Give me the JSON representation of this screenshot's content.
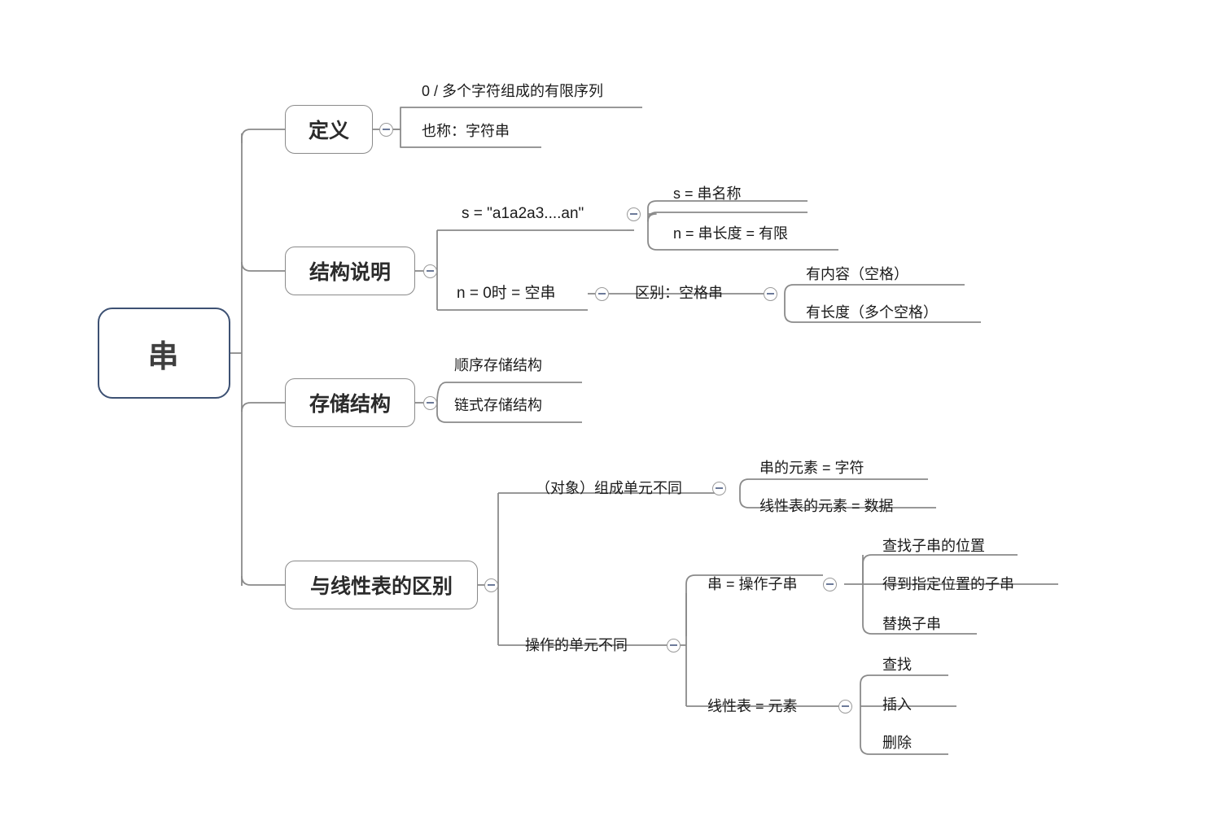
{
  "diagram": {
    "type": "mindmap",
    "title": "串",
    "background": "#ffffff",
    "root_border_color": "#3d5173",
    "node_border_color": "#8a8a8a",
    "line_color": "#8a8a8a",
    "text_color": "#1b1b1b",
    "toggle_icon": "collapse-minus-icon"
  },
  "root": {
    "label": "串"
  },
  "branches": {
    "definition": {
      "label": "定义"
    },
    "structure": {
      "label": "结构说明"
    },
    "storage": {
      "label": "存储结构"
    },
    "difference": {
      "label": "与线性表的区别"
    }
  },
  "nodes": {
    "def_leaf_1": "0 / 多个字符组成的有限序列",
    "def_leaf_2": "也称：字符串",
    "struct_mid_1": "s = \"a1a2a3....an\"",
    "struct_leaf_1a": "s = 串名称",
    "struct_leaf_1b": "n = 串长度 = 有限",
    "struct_mid_2": "n = 0时 = 空串",
    "struct_mid_3": "区别：空格串",
    "struct_leaf_2a": "有内容（空格）",
    "struct_leaf_2b": "有长度（多个空格）",
    "storage_leaf_1": "顺序存储结构",
    "storage_leaf_2": "链式存储结构",
    "diff_mid_1": "（对象）组成单元不同",
    "diff_leaf_1a": "串的元素 = 字符",
    "diff_leaf_1b": "线性表的元素 = 数据",
    "diff_mid_2": "操作的单元不同",
    "diff_mid_2a": "串 = 操作子串",
    "diff_leaf_2a1": "查找子串的位置",
    "diff_leaf_2a2": "得到指定位置的子串",
    "diff_leaf_2a3": "替换子串",
    "diff_mid_2b": "线性表 = 元素",
    "diff_leaf_2b1": "查找",
    "diff_leaf_2b2": "插入",
    "diff_leaf_2b3": "删除"
  }
}
